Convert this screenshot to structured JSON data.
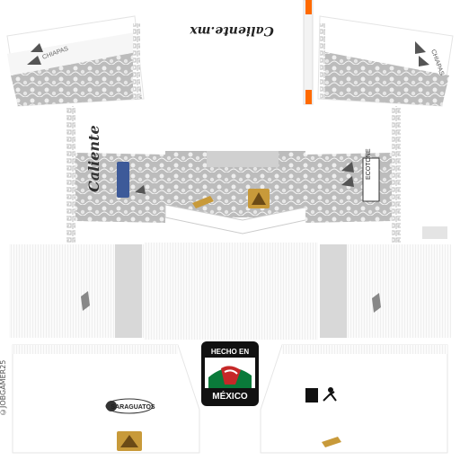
{
  "kit": {
    "sponsor_text": "Caliente.mx",
    "watermark": "©JOBGAMER25",
    "badge_top": "HECHO EN",
    "badge_bottom": "MÉXICO",
    "sleeve_logo_text": "Caliente",
    "shorts_logo_text": "SARAGUATOS",
    "colors": {
      "base": "#ffffff",
      "lace": "#b9b9b9",
      "lace_dark": "#9a9a9a",
      "trim": "#d8d8d8",
      "gold": "#c89a3a",
      "orange": "#ff6a00",
      "badge_green": "#0a7a3a",
      "badge_red": "#c62828"
    }
  }
}
